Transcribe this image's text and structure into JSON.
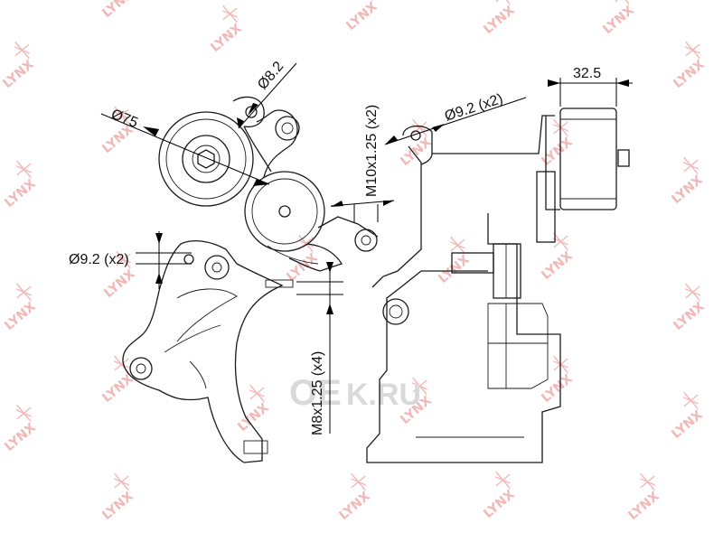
{
  "watermark": {
    "text": "LYNX",
    "color": "#f2b8b8"
  },
  "logo": {
    "text": "OE",
    "suffix": "K.RU"
  },
  "labels": {
    "d75": "Ø75",
    "d8_2": "Ø8.2",
    "m10": "M10x1.25 (x2)",
    "d9_2_top": "Ø9.2 (x2)",
    "d9_2_left": "Ø9.2 (x2)",
    "m8": "M8x1.25 (x4)",
    "w32_5": "32.5"
  }
}
